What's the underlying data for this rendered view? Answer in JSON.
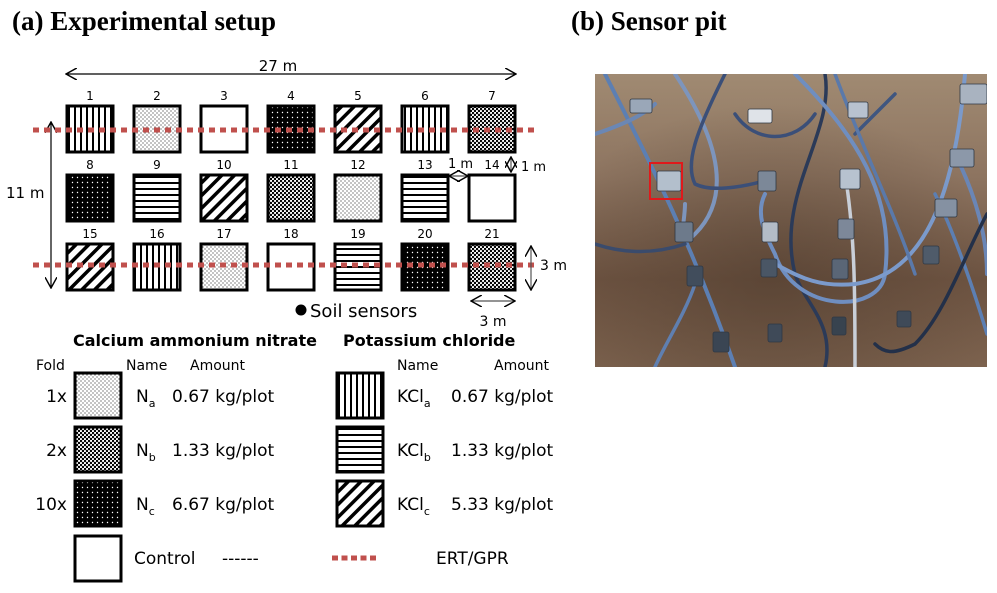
{
  "panel_a": {
    "title": "(a) Experimental setup",
    "width_label": "27 m",
    "height_label": "11 m",
    "gap_h_label": "1 m",
    "gap_v_label": "1 m",
    "plot_h_label": "3 m",
    "plot_w_label": "3 m",
    "sensor_label": "Soil sensors",
    "plots": [
      {
        "id": "1",
        "treatment": "KCl_a"
      },
      {
        "id": "2",
        "treatment": "N_a"
      },
      {
        "id": "3",
        "treatment": "Control"
      },
      {
        "id": "4",
        "treatment": "N_c"
      },
      {
        "id": "5",
        "treatment": "KCl_c"
      },
      {
        "id": "6",
        "treatment": "KCl_a"
      },
      {
        "id": "7",
        "treatment": "N_b"
      },
      {
        "id": "8",
        "treatment": "N_c"
      },
      {
        "id": "9",
        "treatment": "KCl_b"
      },
      {
        "id": "10",
        "treatment": "KCl_c"
      },
      {
        "id": "11",
        "treatment": "N_b"
      },
      {
        "id": "12",
        "treatment": "N_a"
      },
      {
        "id": "13",
        "treatment": "KCl_b"
      },
      {
        "id": "14",
        "treatment": "Control"
      },
      {
        "id": "15",
        "treatment": "KCl_c"
      },
      {
        "id": "16",
        "treatment": "KCl_a"
      },
      {
        "id": "17",
        "treatment": "N_a"
      },
      {
        "id": "18",
        "treatment": "Control"
      },
      {
        "id": "19",
        "treatment": "KCl_b"
      },
      {
        "id": "20",
        "treatment": "N_c"
      },
      {
        "id": "21",
        "treatment": "N_b"
      }
    ],
    "ert_lines_rows": [
      1,
      3
    ],
    "legend": {
      "can_title": "Calcium ammonium nitrate",
      "kcl_title": "Potassium chloride",
      "col_fold": "Fold",
      "col_name": "Name",
      "col_amount": "Amount",
      "can_items": [
        {
          "fold": "1x",
          "name": "N",
          "sub": "a",
          "amount": "0.67 kg/plot",
          "pattern": "N_a"
        },
        {
          "fold": "2x",
          "name": "N",
          "sub": "b",
          "amount": "1.33 kg/plot",
          "pattern": "N_b"
        },
        {
          "fold": "10x",
          "name": "N",
          "sub": "c",
          "amount": "6.67 kg/plot",
          "pattern": "N_c"
        }
      ],
      "kcl_items": [
        {
          "name": "KCl",
          "sub": "a",
          "amount": "0.67 kg/plot",
          "pattern": "KCl_a"
        },
        {
          "name": "KCl",
          "sub": "b",
          "amount": "1.33 kg/plot",
          "pattern": "KCl_b"
        },
        {
          "name": "KCl",
          "sub": "c",
          "amount": "5.33 kg/plot",
          "pattern": "KCl_c"
        }
      ],
      "control_label": "Control",
      "control_amount": "------",
      "ert_label": "ERT/GPR"
    }
  },
  "panel_b": {
    "title": "(b)  Sensor pit",
    "photo_alt": "Photograph of soil pit with installed soil sensors and cables; one sensor highlighted with a red box"
  },
  "colors": {
    "ert_line": "#c0504d",
    "highlight_box": "#e0191b",
    "soil": "#8a6a4f",
    "cable": "#4a6a9a"
  }
}
